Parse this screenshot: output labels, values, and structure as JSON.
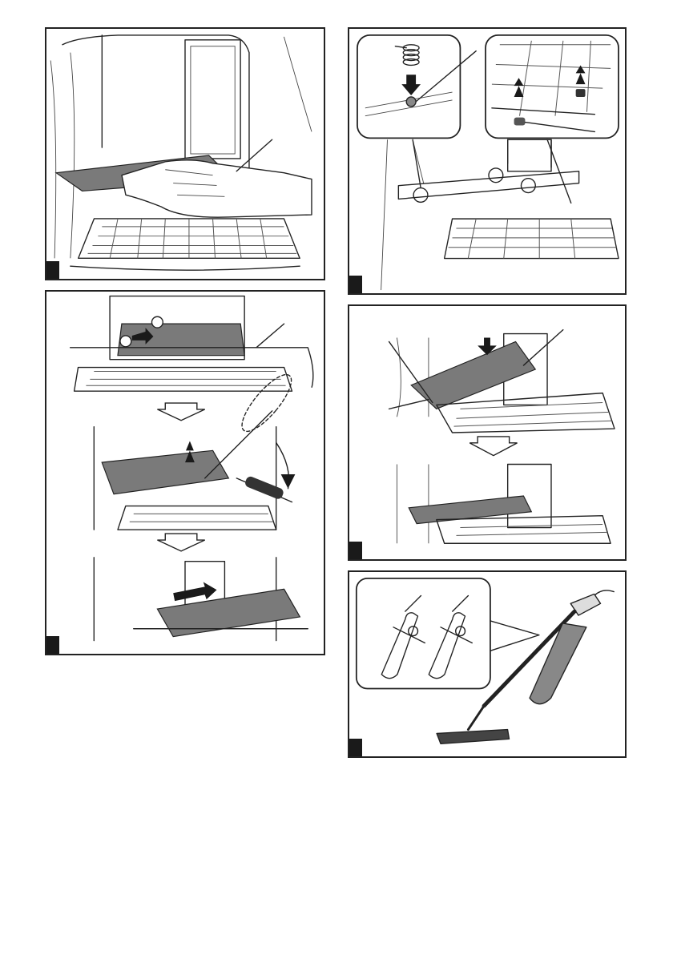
{
  "figures": [
    {
      "id": "fig-1",
      "label": ""
    },
    {
      "id": "fig-2",
      "label": ""
    },
    {
      "id": "fig-3",
      "label": ""
    },
    {
      "id": "fig-4",
      "label": ""
    },
    {
      "id": "fig-5",
      "label": ""
    }
  ],
  "colors": {
    "ink": "#222222",
    "filter_fill": "#7a7a7a",
    "tag_bg": "#1a1a1a"
  },
  "icons": {
    "fig1": [
      "hand-wiping-icon",
      "filter-plate-icon",
      "grid-tray-icon"
    ],
    "fig2": [
      "filter-slot-icon",
      "arrow-solid-icon",
      "screwdriver-icon",
      "arrow-hollow-down-icon"
    ],
    "fig3": [
      "spring-icon",
      "nut-icon",
      "filter-holder-icon"
    ],
    "fig4": [
      "filter-insert-icon",
      "arrow-hollow-down-icon"
    ],
    "fig5": [
      "vacuum-cleaner-icon",
      "nozzle-detail-icon"
    ]
  }
}
